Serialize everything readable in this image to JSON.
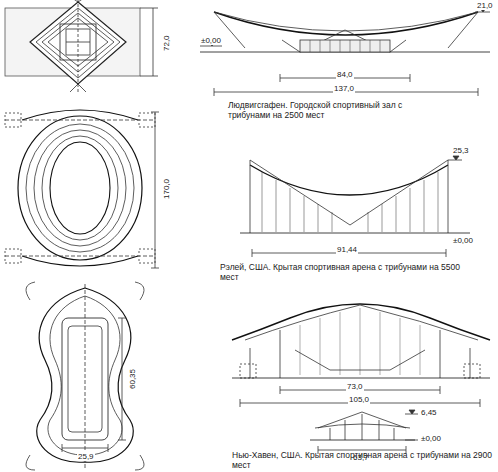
{
  "diagram": {
    "labels": [
      "72,0",
      "21,0",
      "±0,00",
      "84,0",
      "137,0",
      "Людвигсгафен. Городской спортивный зал с трибунами на 2500 мест",
      "170,0",
      "25,3",
      "±0,00",
      "91,44",
      "Рэлей, США. Крытая спортивная арена с трибунами на 5500 мест",
      "60,35",
      "25,9",
      "73,0",
      "105,0",
      "6,45",
      "±0,00",
      "63,7",
      "Нью-Хавен, США. Крытая спортивная арена с трибунами на 2900 мест"
    ]
  }
}
